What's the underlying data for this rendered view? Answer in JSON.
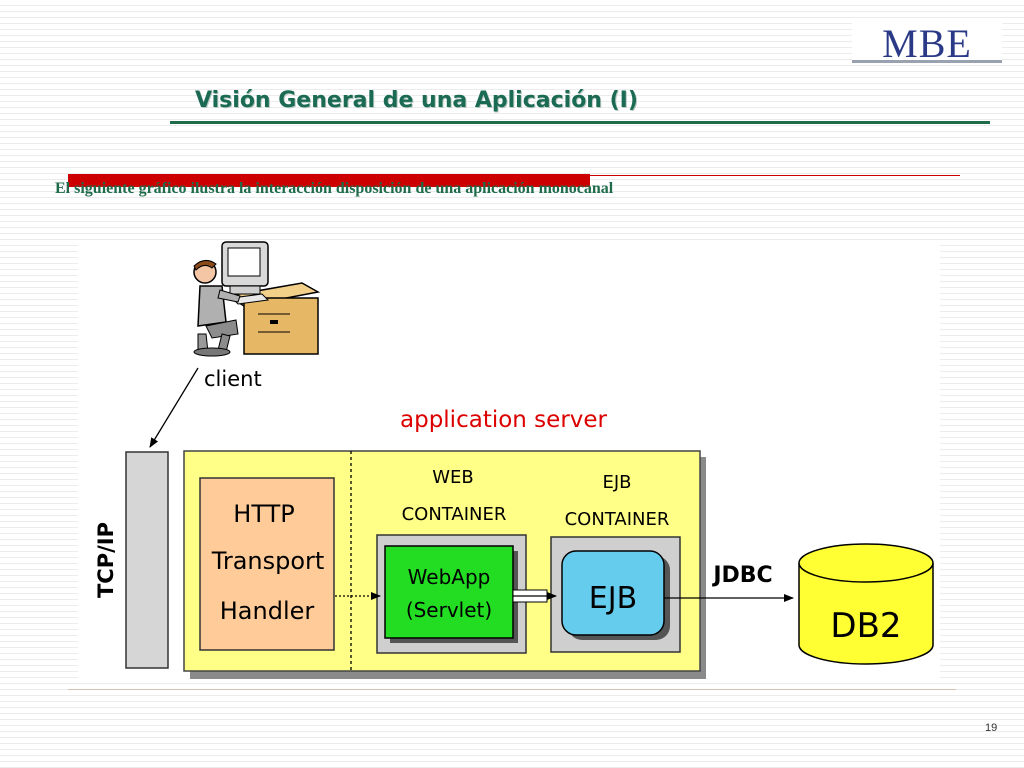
{
  "logo": {
    "text": "MBE"
  },
  "slide": {
    "title": "Visión General de una Aplicación (I)",
    "subtitle": "El siguiente gráfico ilustra la interacción  disposición de una aplicación monocanal",
    "page_number": "19"
  },
  "diagram": {
    "client_label": "client",
    "app_server_label": "application server",
    "tcpip_label": "TCP/IP",
    "http_line1": "HTTP",
    "http_line2": "Transport",
    "http_line3": "Handler",
    "web_container_line1": "WEB",
    "web_container_line2": "CONTAINER",
    "ejb_container_line1": "EJB",
    "ejb_container_line2": "CONTAINER",
    "webapp_line1": "WebApp",
    "webapp_line2": "(Servlet)",
    "ejb_label": "EJB",
    "jdbc_label": "JDBC",
    "db_label": "DB2",
    "colors": {
      "server_fill": "#ffff88",
      "http_fill": "#ffcc99",
      "webapp_fill": "#22dd22",
      "ejb_fill": "#66ccee",
      "db_fill": "#ffff33",
      "app_server_text": "#dd0000"
    }
  }
}
